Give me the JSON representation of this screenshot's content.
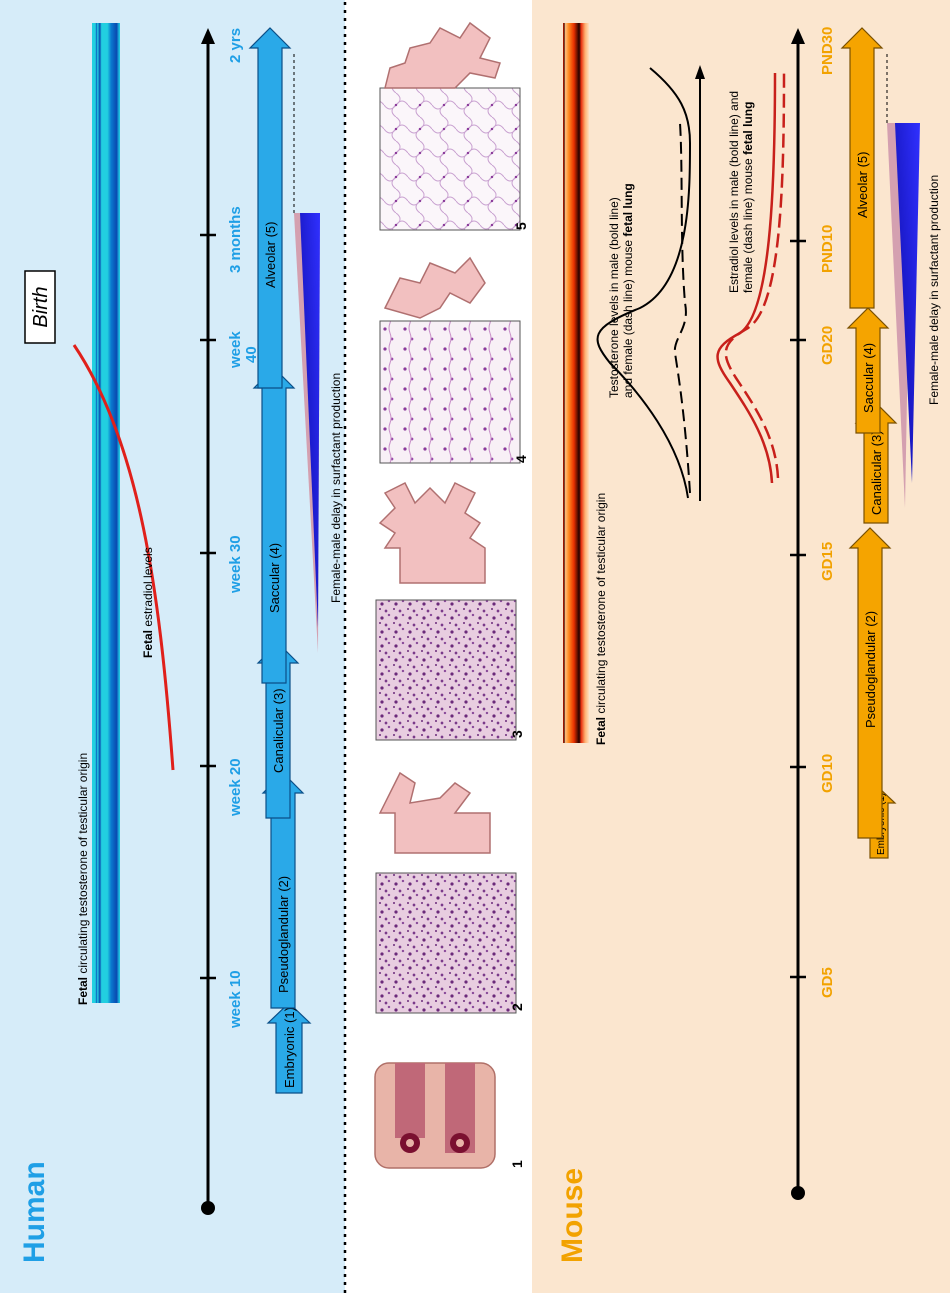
{
  "human": {
    "panel_label": "Human",
    "tick_labels": [
      "week 10",
      "week 20",
      "week 30",
      "week\n40",
      "3 months",
      "2 yrs"
    ],
    "stages": [
      "Embryonic (1)",
      "Pseudoglandular (2)",
      "Canalicular (3)",
      "Saccular (4)",
      "Alveolar (5)"
    ],
    "testosterone_caption_bold": "Fetal",
    "testosterone_caption_rest": " circulating testosterone of testicular origin",
    "estradiol_caption_bold": "Fetal",
    "estradiol_caption_rest": " estradiol levels",
    "surfactant_caption": "Female-male delay in surfactant production"
  },
  "birth_label": "Birth",
  "histology": {
    "stage_numbers": [
      "1",
      "2",
      "3",
      "4",
      "5"
    ]
  },
  "mouse": {
    "panel_label": "Mouse",
    "tick_labels": [
      "GD5",
      "GD10",
      "GD15",
      "GD20",
      "PND10",
      "PND30"
    ],
    "stages": [
      "Embryonic (1)",
      "Pseudoglandular (2)",
      "Canalicular (3)",
      "Saccular (4)",
      "Alveolar (5)"
    ],
    "testosterone_caption_bold": "Fetal",
    "testosterone_caption_rest": " circulating testosterone of testicular origin",
    "testosterone_lung_line1": "Testosterone levels in male (bold line)",
    "testosterone_lung_line2_pre": "and female (dash line) mouse ",
    "testosterone_lung_line2_bold": "fetal lung",
    "estradiol_lung_line1": "Estradiol levels in male (bold line) and",
    "estradiol_lung_line2_pre": "female (dash line) mouse ",
    "estradiol_lung_line2_bold": "fetal lung",
    "surfactant_caption": "Female-male delay in surfactant production"
  },
  "colors": {
    "human_bg": "#d6ecf9",
    "mouse_bg": "#fbe6cf",
    "human_accent": "#2aa9e8",
    "mouse_accent": "#f5a400",
    "estradiol_curve": "#e0201b",
    "surfactant_blue": "#1010e0"
  }
}
